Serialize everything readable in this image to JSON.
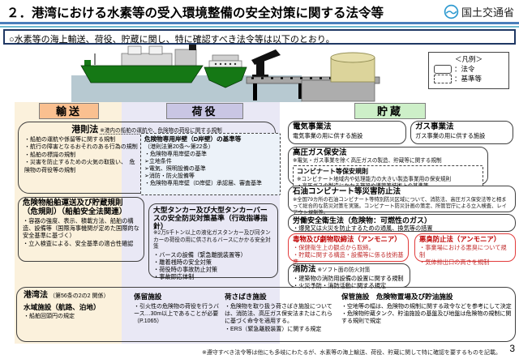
{
  "header": {
    "title": "２．港湾における水素等の受入環境整備の安全対策に関する法令等",
    "agency": "国土交通省"
  },
  "intro": "○水素等の海上輸送、荷役、貯蔵に関し、特に確認すべき法令等は以下のとおり。",
  "legend": {
    "title": "＜凡例＞",
    "law": "：法令",
    "standard": "：基準等"
  },
  "column_headers": {
    "transport": "輸送",
    "cargo_handling": "荷役",
    "storage": "貯蔵"
  },
  "transport_cargo": {
    "kousoku": {
      "title": "港則法",
      "note": "※港内の船舶の運航や、危険物の荷役に関する規制",
      "bullets": [
        "・船舶の運航や係留等に関する規制",
        "・航行の障害となるおそれのある行為の規制",
        "・船舶の標識の規制",
        "・災害を防止するための火気の取扱い、　危険物の荷役等の規制"
      ],
      "ganpeki": {
        "title": "危険物専用岸壁（D岸壁）の基準等",
        "sub": "（港則法第20条～第22条）",
        "items": [
          "・危険物専用岸壁の基準",
          "➢立地条件",
          "➢電気、照明設備の基準",
          "➢消防・防火設備等",
          "・危険物専用岸壁（D岸壁）承認届、審査基準"
        ]
      }
    },
    "kikisoku": {
      "title": "危険物船舶運送及び貯蔵規則",
      "title2": "（危規則）（船舶安全法関連）",
      "bullets": [
        "・容器の強度、表示、積載方法、船舶の構造、設備等（国際海事機関が定めた国際的な安全基準に基づく）",
        "・立入検査による、安全基準の適合性確認"
      ]
    },
    "tanker": {
      "title": "大型タンカー及び大型タンカーバースの安全防災対策基準（行政指導指針）",
      "note": "※2万5千トン以上の液化ガスタンカー及び同タンカーの荷役の用に供されるバースにかかる安全対策",
      "bullets": [
        "・バースの設備（緊急離脱装置等）",
        "・離着桟時の安全対策",
        "・荷役時の事故防止対策",
        "・事故即応体制"
      ]
    }
  },
  "storage_laws": {
    "denki": {
      "title": "電気事業法",
      "body": "電気事業の用に供する施設"
    },
    "gas": {
      "title": "ガス事業法",
      "body": "ガス事業の用に供する施設"
    },
    "kouatsu": {
      "title": "高圧ガス保安法",
      "note": "※電気・ガス事業を除く高圧ガスの製造、貯蔵等に関する規制",
      "conbinat": {
        "title": "コンビナート等保安規則",
        "note": "※コンビナート地域内や処理能力の大きい製造事業用の保安規則",
        "bullet": "・高圧ガスの製造にかかる施設や導管等技術上の基準等"
      }
    },
    "sekiyu": {
      "title": "石油コンビナート等災害防止法",
      "note": "※全国79カ所の石油コンビナート等特別防災区域について、消防法、高圧ガス保安法等と相まって総合的な防災対策を実施。コンビナート防災計画の策定、所管官庁による立入検査、レイアウト規制等。"
    },
    "roudou": {
      "title": "労働安全衛生法（危険物：可燃性のガス）",
      "bullet": "・爆発又は火災を防止するための通風、換気等の措置"
    },
    "dokugeki": {
      "title": "毒物及び劇物取締法（アンモニア）",
      "bullets": [
        "・保健衛生上の観点から取締。",
        "・貯蔵に関する構造・設備等に係る技術基準"
      ]
    },
    "akushu": {
      "title": "悪臭防止法（アンモニア）",
      "bullets": [
        "・事業場における悪臭について規制",
        "・気体排出口の高さを規制"
      ]
    },
    "shoubou": {
      "title": "消防法",
      "note": "※ソフト面の防火対策",
      "bullets": [
        "・建築物の消防用設備の設置に関する規制",
        "・火災予防・消防活動に関する規定"
      ]
    }
  },
  "kouwan": {
    "title": "港湾法",
    "title_sub": "（第56条の2の2 関係）",
    "suiiki": {
      "head": "水域施設（航路、泊地）",
      "bullets": [
        "・船舶回頭円の規定"
      ]
    },
    "keiryu": {
      "head": "係留施設",
      "bullets": [
        "・引火性の危険物の荷役を行うバース…30m以上であることが必要　（P.1065）"
      ]
    },
    "nisabaki": {
      "head": "荷さばき施設",
      "bullets": [
        "・危険物を取り扱う荷さばき施設については、消防法、高圧ガス保安法またはこれらに基づく命令を適用する。",
        "・ERS（緊急離脱装置）に関する規定"
      ]
    },
    "hokan": {
      "head": "保管施設　危険物置場及び貯油施設",
      "bullets": [
        "・空地等の幅は、危険物の規制に関する政令などを参考にして決定",
        "・危険物貯蔵タンク、貯油施設の基盤及び地盤は危険物の規制に関する規則で規定"
      ]
    }
  },
  "footer": {
    "note": "※遵守すべき法令等は他にも多岐にわたるが、水素等の海上輸送、荷役、貯蔵に関して特に確認を要するものを記載。",
    "page": "3"
  },
  "colors": {
    "accent_blue": "#4a7ebb",
    "cream": "#fbf1dc",
    "lavender": "#e9e8f5",
    "header_orange": "#fac090",
    "header_green": "#cdefc8",
    "alert_red": "#c00000"
  }
}
